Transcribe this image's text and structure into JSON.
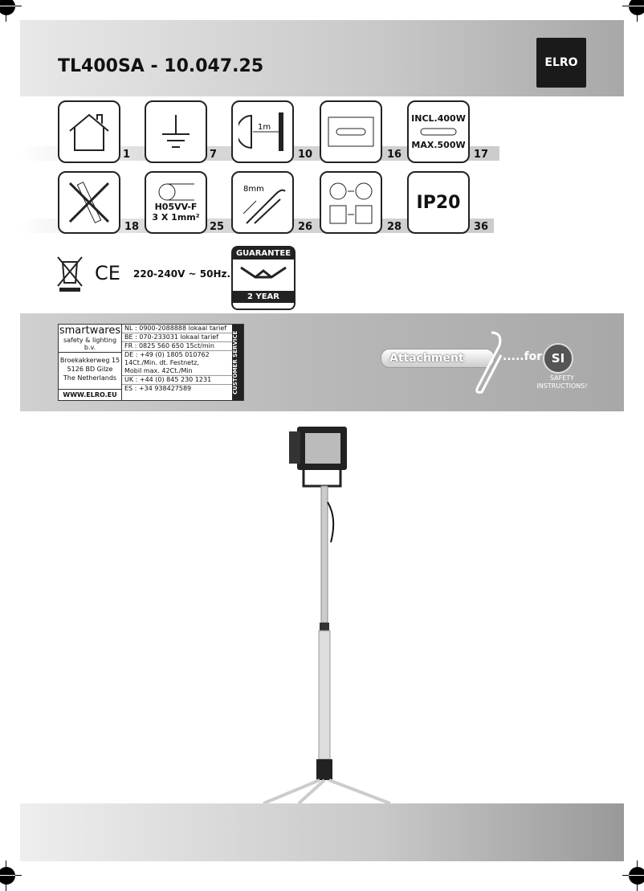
{
  "header": {
    "title": "TL400SA - 10.047.25",
    "logo": "ELRO"
  },
  "icons_row1": [
    {
      "num": "1",
      "name": "indoor-use-icon"
    },
    {
      "num": "7",
      "name": "earth-ground-icon"
    },
    {
      "num": "10",
      "name": "distance-icon",
      "label": "1m"
    },
    {
      "num": "16",
      "name": "halogen-tube-icon"
    },
    {
      "num": "17",
      "name": "wattage-icon",
      "top": "INCL.400W",
      "bottom": "MAX.500W"
    }
  ],
  "icons_row2": [
    {
      "num": "18",
      "name": "no-touch-bulb-icon"
    },
    {
      "num": "25",
      "name": "cable-icon",
      "line1": "H05VV-F",
      "line2": "3 X 1mm²"
    },
    {
      "num": "26",
      "name": "cable-diameter-icon",
      "label": "8mm"
    },
    {
      "num": "28",
      "name": "replace-glass-icon"
    },
    {
      "num": "36",
      "name": "ip-rating-icon",
      "label": "IP20"
    }
  ],
  "compliance": {
    "ce": "CE",
    "voltage": "220-240V ~ 50Hz.",
    "guarantee_top": "GUARANTEE",
    "guarantee_bottom": "2 YEAR"
  },
  "service": {
    "brand": "smartwares",
    "sub": "safety & lighting b.v.",
    "address": [
      "Broekakkerweg 15",
      "5126 BD Gilze",
      "The Netherlands"
    ],
    "web": "WWW.ELRO.EU",
    "lines": [
      "NL  : 0900-2088888  lokaal tarief",
      "BE  : 070-233031     lokaal tarief",
      "FR  : 0825 560 650   15ct/min",
      "DE  : +49 (0) 1805 010762\n        14Ct./Min. dt. Festnetz,\n        Mobil max. 42Ct./Min",
      "UK  : +44 (0) 845 230 1231",
      "ES  : +34  938427589"
    ],
    "side": "CUSTOMER SERVICE"
  },
  "attachment": {
    "label": "Attachment",
    "for": ".....for",
    "si": "SI",
    "safety1": "SAFETY",
    "safety2": "INSTRUCTIONS!"
  }
}
